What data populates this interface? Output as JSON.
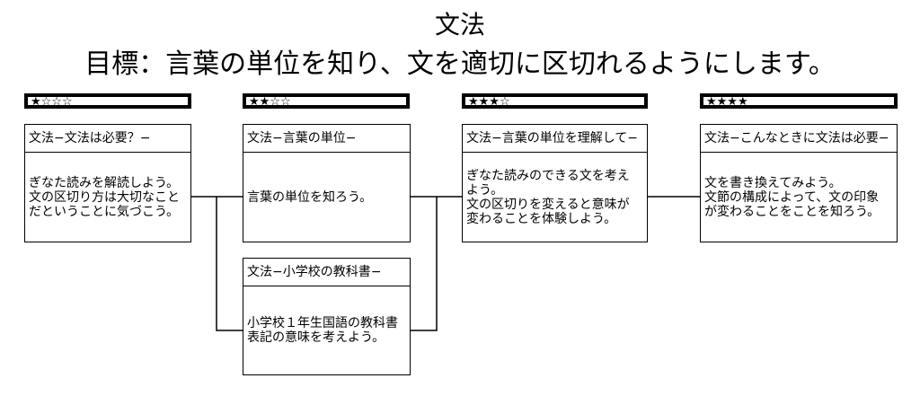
{
  "header": {
    "title": "文法",
    "goal": "目標：言葉の単位を知り、文を適切に区切れるようにします。"
  },
  "levels": [
    {
      "stars": "★☆☆☆"
    },
    {
      "stars": "★★☆☆"
    },
    {
      "stars": "★★★☆"
    },
    {
      "stars": "★★★★"
    }
  ],
  "cards": [
    {
      "title": "文法−文法は必要？−",
      "body": "ぎなた読みを解読しよう。\n文の区切り方は大切なこと\nだということに気づこう。"
    },
    {
      "title": "文法−言葉の単位−",
      "body": "言葉の単位を知ろう。"
    },
    {
      "title": "文法−小学校の教科書−",
      "body": "小学校１年生国語の教科書\n表記の意味を考えよう。"
    },
    {
      "title": "文法−言葉の単位を理解して−",
      "body": "ぎなた読みのできる文を考え\nよう。\n文の区切りを変えると意味が\n変わることを体験しよう。"
    },
    {
      "title": "文法−こんなときに文法は必要−",
      "body": "文を書き換えてみよう。\n文節の構成によって、文の印象\nが変わることをことを知ろう。"
    }
  ]
}
